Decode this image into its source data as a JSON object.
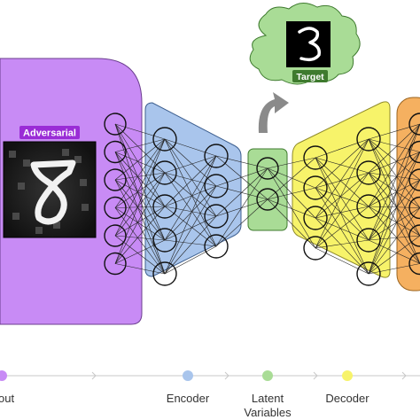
{
  "badges": {
    "adversarial": "Adversarial",
    "target": "Target"
  },
  "legend": {
    "input": "out",
    "encoder": "Encoder",
    "latent_line1": "Latent",
    "latent_line2": "Variables",
    "decoder": "Decoder"
  },
  "colors": {
    "input_panel": "#c88bf5",
    "input_badge": "#9a2cd6",
    "encoder": "#a9c5ec",
    "latent": "#a9dc96",
    "decoder": "#f7f36a",
    "output_panel": "#f5b060",
    "target_cloud": "#a9dc96",
    "target_badge": "#3e7a2e",
    "legend_dot_input": "#c88bf5",
    "legend_dot_encoder": "#a9c5ec",
    "legend_dot_latent": "#a9dc96",
    "legend_dot_decoder": "#f7f36a",
    "arrow": "#8a8a8a"
  },
  "layers": {
    "input_nodes": 6,
    "encoder_l1_nodes": 5,
    "encoder_l2_nodes": 4,
    "latent_nodes": 2,
    "decoder_l1_nodes": 4,
    "decoder_l2_nodes": 5
  }
}
